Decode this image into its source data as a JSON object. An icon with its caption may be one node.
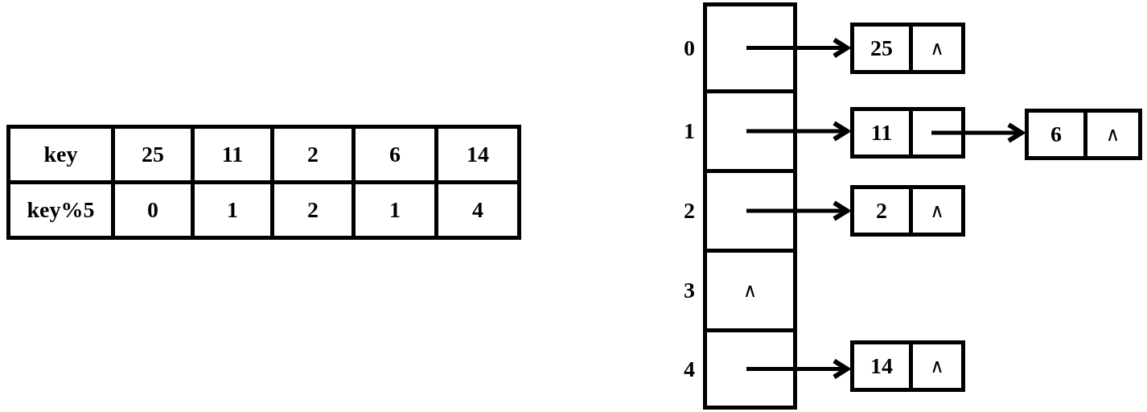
{
  "diagram": {
    "nodes": [
      {
        "text": [],
        "shape": "box",
        "beside": [
          "0"
        ]
      },
      {
        "text": [],
        "shape": "box",
        "beside": [
          "1"
        ]
      },
      {
        "text": [],
        "shape": "box",
        "beside": [
          "2"
        ]
      },
      {
        "text": [
          "∧"
        ],
        "beside": [
          "3"
        ]
      },
      {
        "text": [],
        "shape": "box",
        "beside": [
          "4"
        ]
      },
      {
        "text": [
          "25",
          "∧"
        ]
      },
      {
        "text": [
          "11"
        ]
      },
      {
        "text": [
          "6",
          "∧"
        ]
      },
      {
        "text": [
          "2",
          "∧"
        ]
      },
      {
        "text": [
          "14",
          "∧"
        ]
      }
    ],
    "edges": [
      {
        "from": 0,
        "to": 5,
        "arrow": "to"
      },
      {
        "from": 1,
        "to": 6,
        "arrow": "to"
      },
      {
        "from": 6,
        "to": 7,
        "arrow": "to"
      },
      {
        "from": 2,
        "to": 8,
        "arrow": "to"
      },
      {
        "from": 4,
        "to": 9,
        "arrow": "to"
      }
    ],
    "labels": [
      "key",
      "25",
      "11",
      "2",
      "6",
      "14",
      "key%5",
      "0",
      "1",
      "2",
      "1",
      "4"
    ]
  }
}
